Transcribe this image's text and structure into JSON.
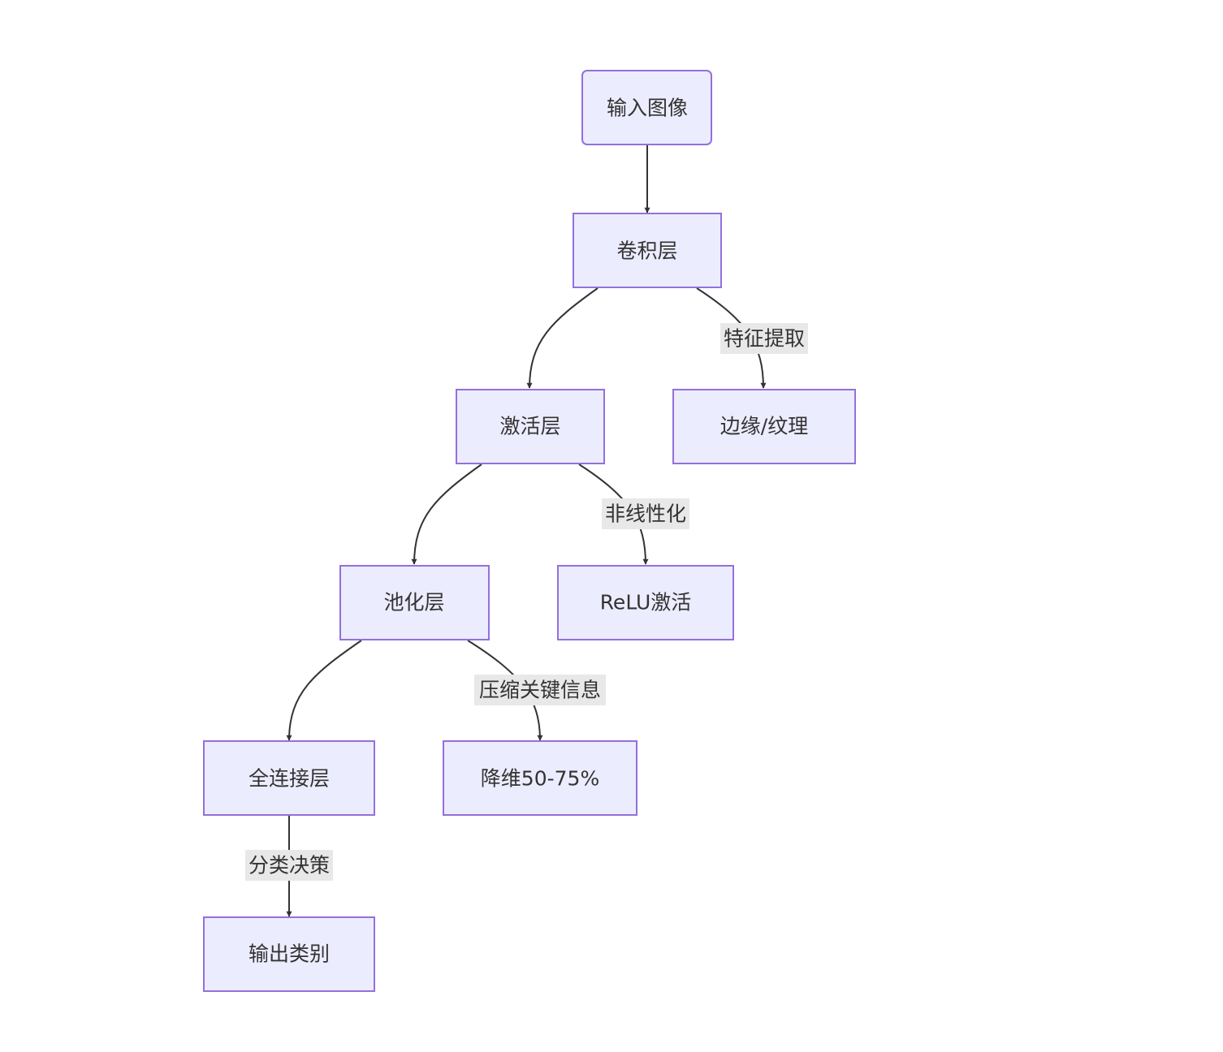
{
  "colors": {
    "node_fill": "#ECECFF",
    "node_stroke": "#9370DB",
    "edge": "#333333",
    "label_bg": "#E8E8E8",
    "text": "#333333"
  },
  "nodes": {
    "input": "输入图像",
    "conv": "卷积层",
    "edges_texture": "边缘/纹理",
    "activation": "激活层",
    "relu": "ReLU激活",
    "pool": "池化层",
    "dimred": "降维50-75%",
    "fc": "全连接层",
    "output": "输出类别"
  },
  "edge_labels": {
    "conv_to_edges": "特征提取",
    "act_to_relu": "非线性化",
    "pool_to_dimred": "压缩关键信息",
    "fc_to_output": "分类决策"
  }
}
